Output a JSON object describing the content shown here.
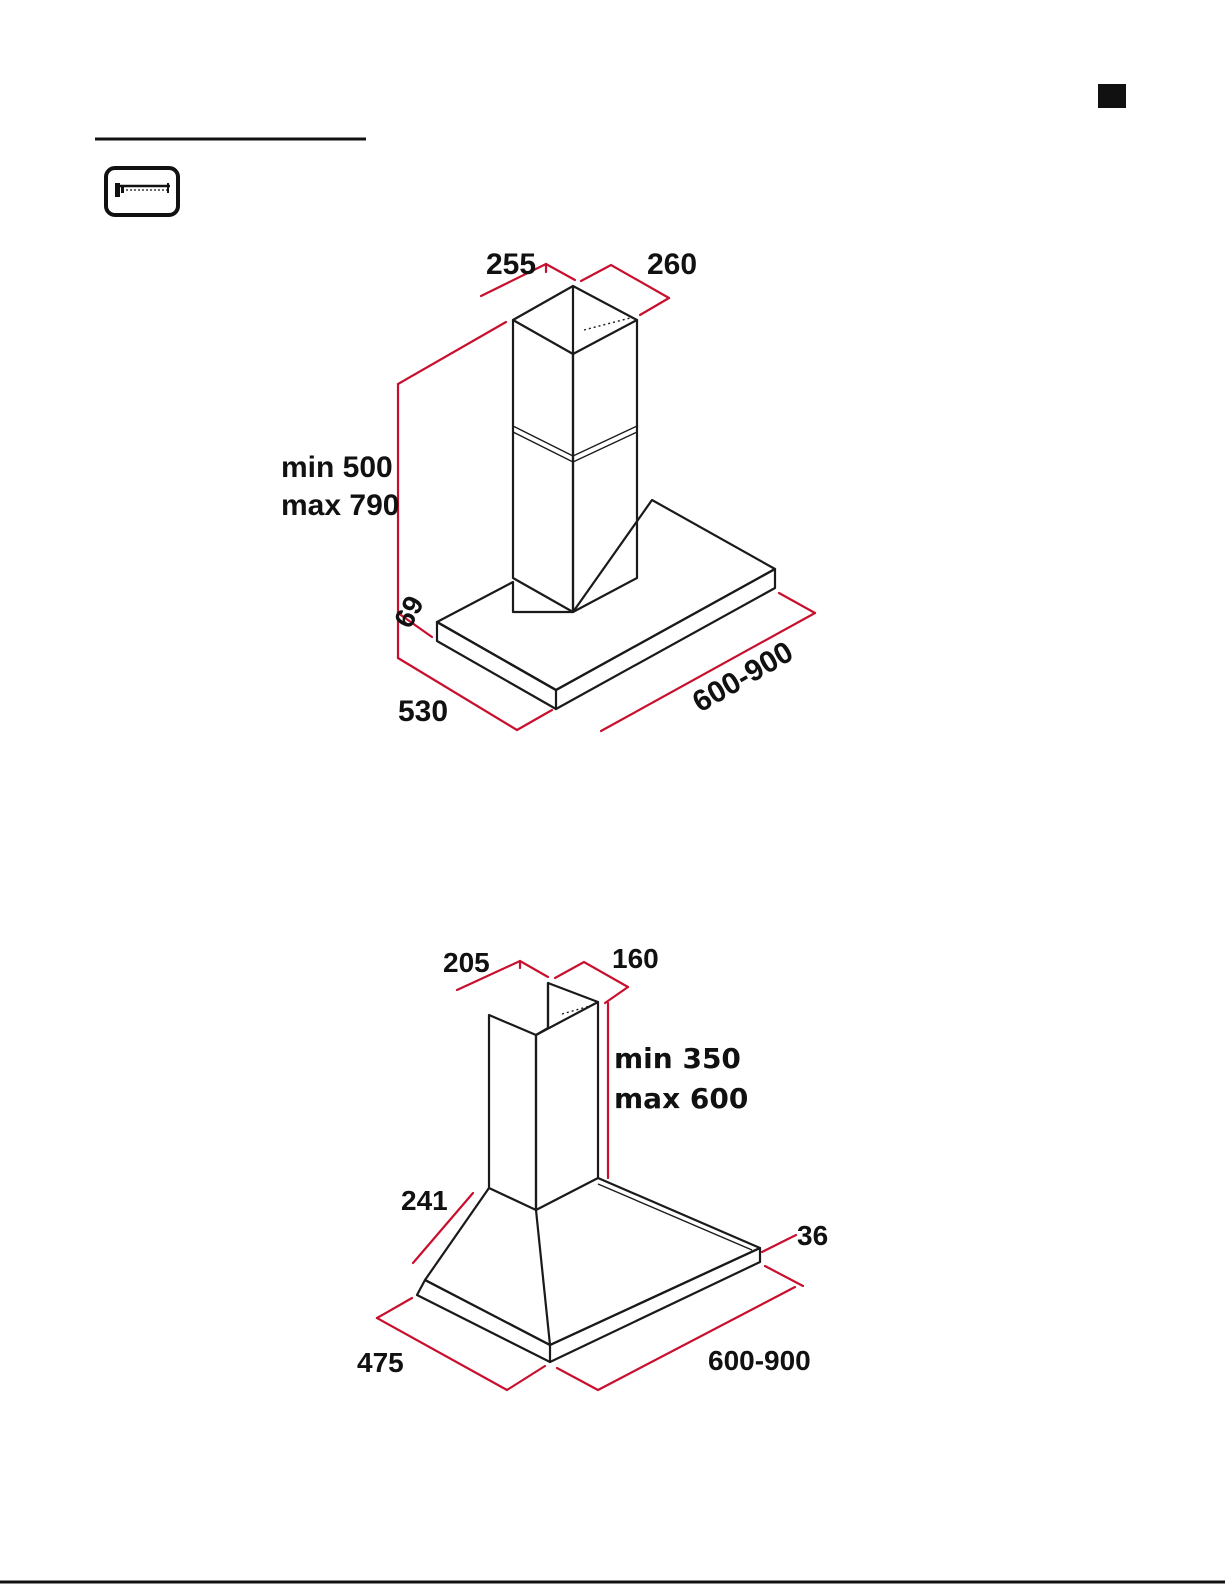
{
  "colors": {
    "dimension_line": "#c8102e",
    "outline": "#1a1a1a",
    "corner_marker": "#111111"
  },
  "header": {
    "icon": "caliper-icon"
  },
  "hood_chimney": {
    "chimney_depth": "255",
    "chimney_width": "260",
    "height_min": "min 500",
    "height_max": "max 790",
    "canopy_height": "69",
    "depth": "530",
    "width": "600-900"
  },
  "hood_pyramid": {
    "chimney_depth": "205",
    "chimney_width": "160",
    "height_min": "min  350",
    "height_max": "max 600",
    "canopy_height": "241",
    "rim_height": "36",
    "depth": "475",
    "width": "600-900"
  }
}
